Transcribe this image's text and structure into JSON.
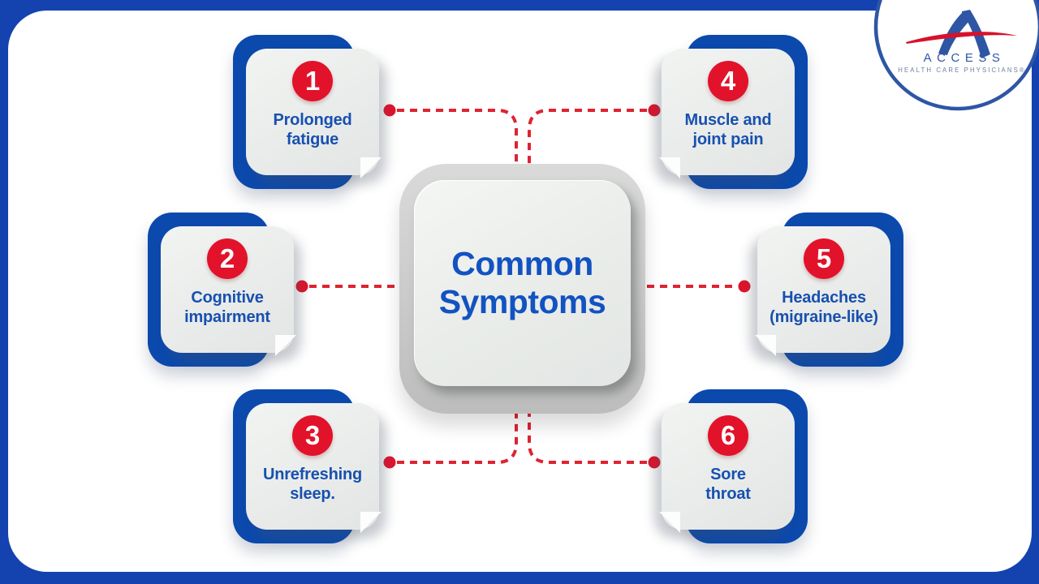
{
  "center": {
    "title": "Common\nSymptoms"
  },
  "symptoms": [
    {
      "number": "1",
      "label": "Prolonged\nfatigue"
    },
    {
      "number": "2",
      "label": "Cognitive\nimpairment"
    },
    {
      "number": "3",
      "label": "Unrefreshing\nsleep."
    },
    {
      "number": "4",
      "label": "Muscle and\njoint pain"
    },
    {
      "number": "5",
      "label": "Headaches\n(migraine-like)"
    },
    {
      "number": "6",
      "label": "Sore\nthroat"
    }
  ],
  "logo": {
    "brand": "ACCESS",
    "tagline": "HEALTH CARE PHYSICIANS®"
  },
  "colors": {
    "frame_blue": "#1443b0",
    "box_blue": "#0b49ad",
    "badge_red": "#e2122b",
    "dash_red": "#dd2433",
    "label_blue": "#1850b0",
    "title_blue": "#1252c2",
    "card_gray": "#e8ebe9",
    "logo_blue": "#2e56a5",
    "logo_tagline_gray": "#6d7f9e"
  }
}
